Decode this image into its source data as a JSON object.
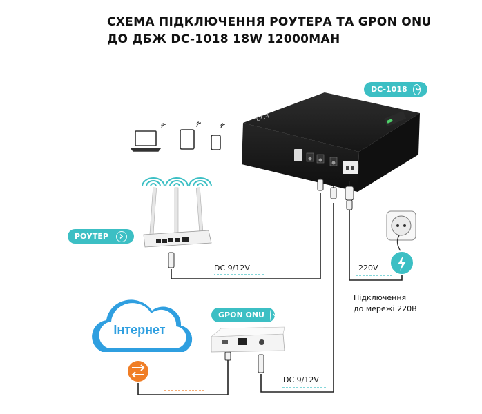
{
  "title": {
    "line1": "СХЕМА ПІДКЛЮЧЕННЯ РОУТЕРА ТА GPON ONU",
    "line2": "ДО ДБЖ DC-1018 18W 12000MAH"
  },
  "badges": {
    "ups": "DC-1018",
    "router": "РОУТЕР",
    "onu": "GPON ONU"
  },
  "labels": {
    "router_cable": "DC 9/12V",
    "onu_cable": "DC 9/12V",
    "mains_cable": "220V",
    "mains_line1": "Підключення",
    "mains_line2": "до мережі 220В",
    "internet": "Інтернет"
  },
  "colors": {
    "accent": "#3cbfc4",
    "orange": "#f07e26",
    "cloud": "#2f9fe0",
    "ups_body": "#1c1c1c"
  }
}
